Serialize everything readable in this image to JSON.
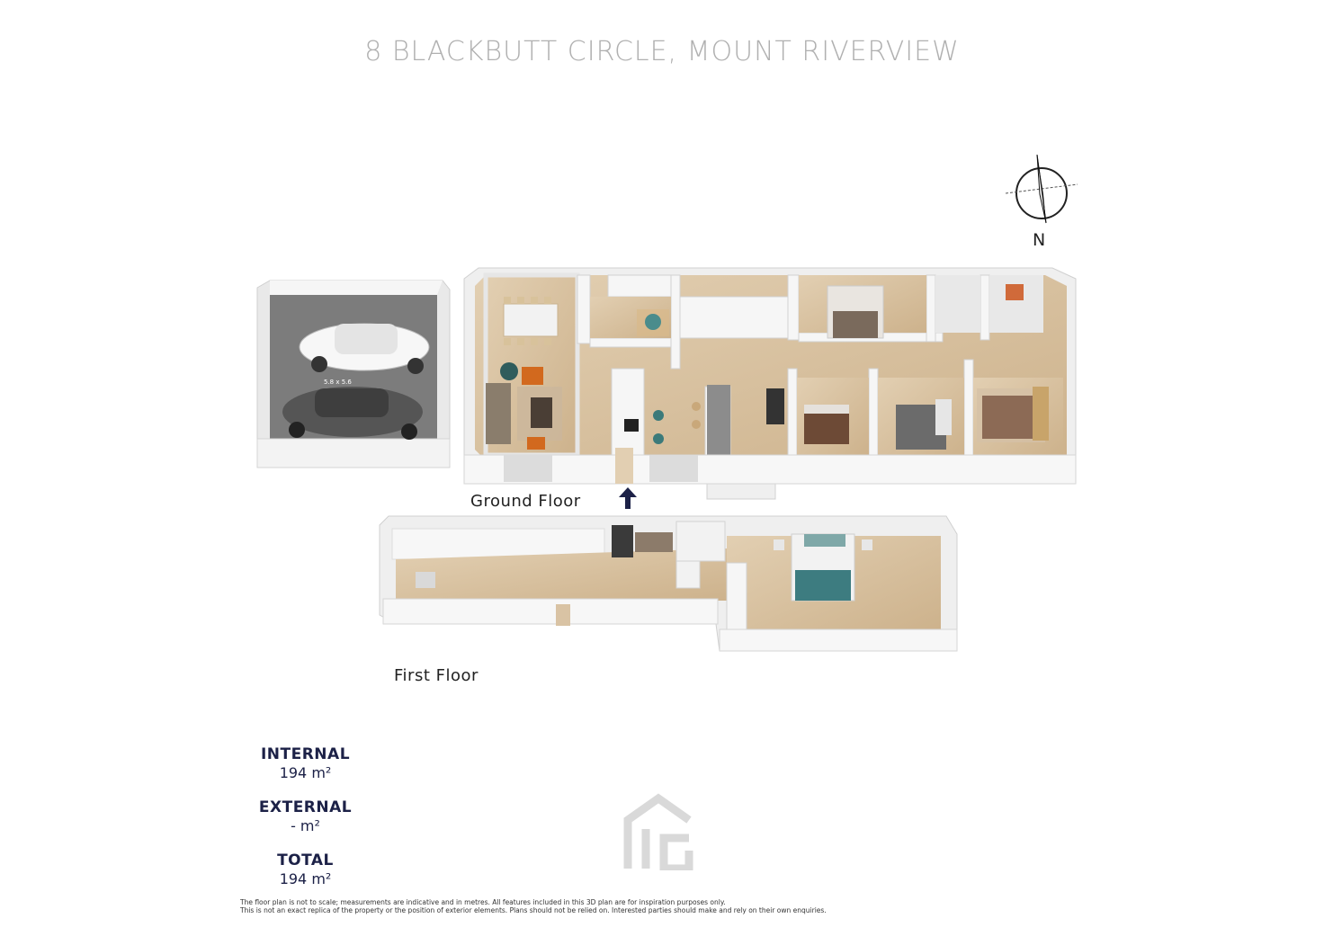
{
  "title": "8 BLACKBUTT CIRCLE, MOUNT RIVERVIEW",
  "compass": {
    "label": "N"
  },
  "floors": {
    "ground_label": "Ground Floor",
    "first_label": "First Floor",
    "garage_dims": "5.8 x 5.6"
  },
  "areas": [
    {
      "title": "INTERNAL",
      "value": "194 m²"
    },
    {
      "title": "EXTERNAL",
      "value": "- m²"
    },
    {
      "title": "TOTAL",
      "value": "194 m²"
    }
  ],
  "disclaimer": {
    "line1": "The floor plan is not to scale; measurements are indicative and in metres. All features included in this 3D plan are for inspiration purposes only.",
    "line2": "This is not an exact replica of the property or the position of exterior elements. Plans should not be relied on. Interested parties should make and rely on their own enquiries."
  },
  "colors": {
    "floor_wood": "#d9c3a4",
    "wall": "#f4f4f4",
    "wall_shadow": "#d8d8d8",
    "garage_floor": "#8a8a8a",
    "title": "#b0b0b0",
    "stats": "#1c2147"
  }
}
